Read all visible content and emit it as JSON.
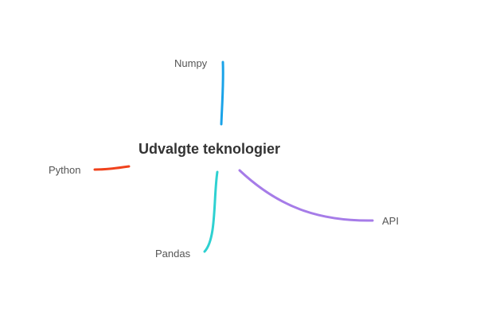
{
  "mindmap": {
    "root": {
      "label": "Udvalgte teknologier"
    },
    "branches": [
      {
        "label": "Numpy",
        "color": "#1aa3e8"
      },
      {
        "label": "Python",
        "color": "#f0421c"
      },
      {
        "label": "Pandas",
        "color": "#2ed1d1"
      },
      {
        "label": "API",
        "color": "#a67ce8"
      }
    ]
  }
}
